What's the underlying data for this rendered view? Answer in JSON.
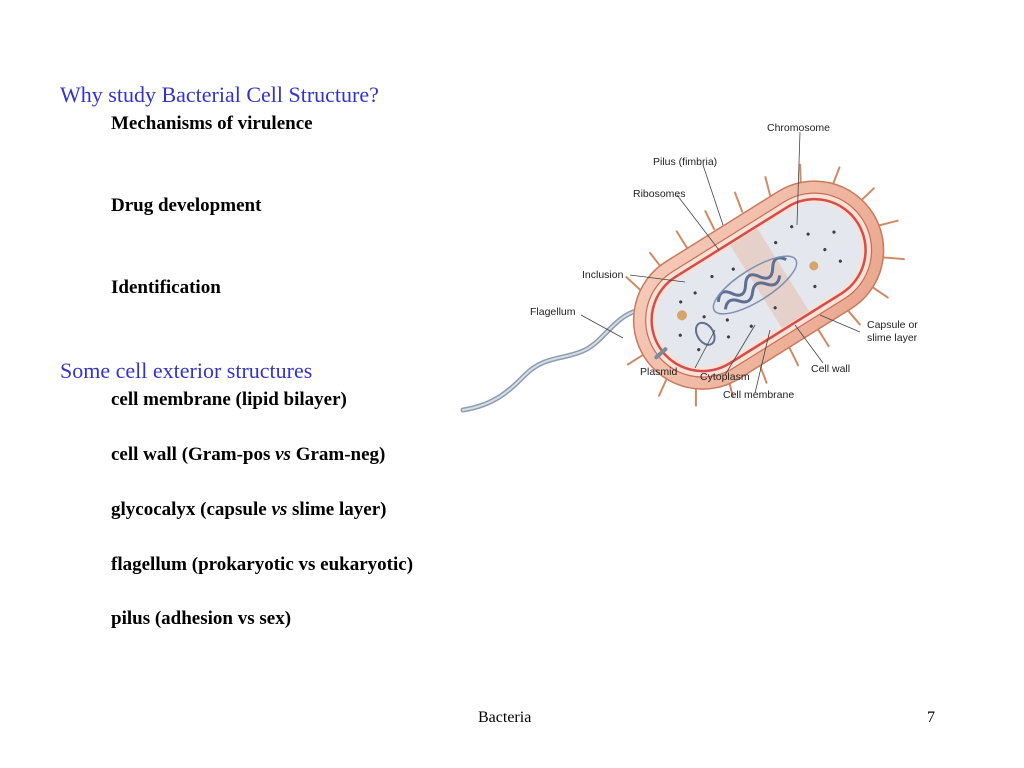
{
  "slide": {
    "heading1": "Why study Bacterial Cell Structure?",
    "reasons": [
      "Mechanisms of virulence",
      "Drug development",
      "Identification"
    ],
    "heading2": "Some cell exterior structures",
    "structures": [
      {
        "pre": "cell membrane (lipid bilayer)",
        "em": "",
        "post": ""
      },
      {
        "pre": "cell wall (Gram-pos ",
        "em": "vs",
        "post": " Gram-neg)"
      },
      {
        "pre": "glycocalyx (capsule ",
        "em": "vs",
        "post": " slime layer)"
      },
      {
        "pre": "flagellum (prokaryotic vs eukaryotic)",
        "em": "",
        "post": ""
      },
      {
        "pre": "pilus (adhesion vs sex)",
        "em": "",
        "post": ""
      }
    ]
  },
  "figure": {
    "labels": {
      "chromosome": "Chromosome",
      "pilus": "Pilus (fimbria)",
      "ribosomes": "Ribosomes",
      "inclusion": "Inclusion",
      "flagellum": "Flagellum",
      "plasmid": "Plasmid",
      "cytoplasm": "Cytoplasm",
      "cell_membrane": "Cell membrane",
      "cell_wall": "Cell wall",
      "capsule_line1": "Capsule or",
      "capsule_line2": "slime layer"
    }
  },
  "footer": {
    "title": "Bacteria",
    "page_number": "7"
  },
  "colors": {
    "heading": "#3333cc",
    "capsule": "#f0b9a3",
    "cytoplasm": "#e4e7ee",
    "membrane": "#d94a4a",
    "chromosome": "#6b7fa6"
  }
}
